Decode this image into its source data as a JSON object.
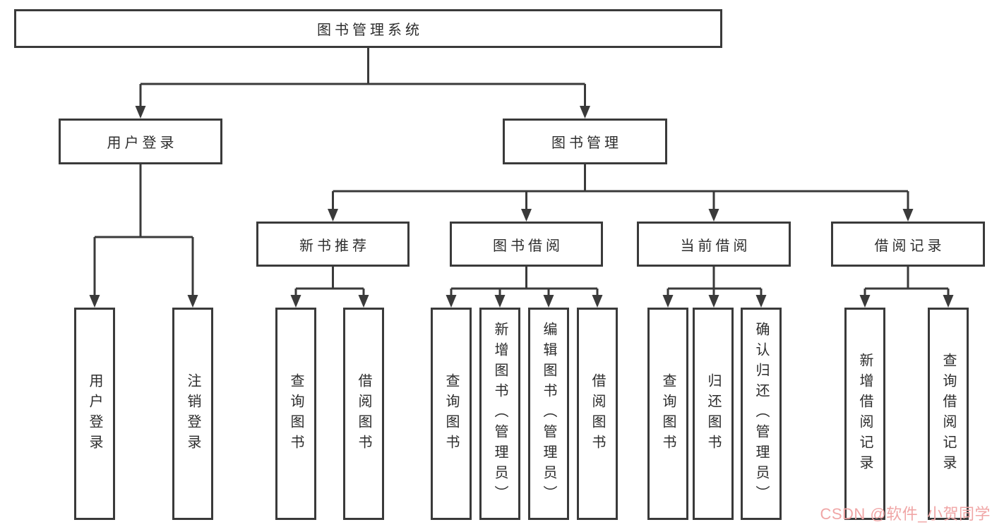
{
  "tree": {
    "root": {
      "label": "图书管理系统"
    },
    "level2": [
      {
        "label": "用户登录"
      },
      {
        "label": "图书管理"
      }
    ],
    "level3": [
      {
        "label": "新书推荐",
        "parent": "图书管理"
      },
      {
        "label": "图书借阅",
        "parent": "图书管理"
      },
      {
        "label": "当前借阅",
        "parent": "图书管理"
      },
      {
        "label": "借阅记录",
        "parent": "图书管理"
      }
    ],
    "leaves": [
      {
        "label": "用户登录",
        "parent": "用户登录"
      },
      {
        "label": "注销登录",
        "parent": "用户登录"
      },
      {
        "label": "查询图书",
        "parent": "新书推荐"
      },
      {
        "label": "借阅图书",
        "parent": "新书推荐"
      },
      {
        "label": "查询图书",
        "parent": "图书借阅"
      },
      {
        "label": "新增图书（管理员）",
        "parent": "图书借阅"
      },
      {
        "label": "编辑图书（管理员）",
        "parent": "图书借阅"
      },
      {
        "label": "借阅图书",
        "parent": "图书借阅"
      },
      {
        "label": "查询图书",
        "parent": "当前借阅"
      },
      {
        "label": "归还图书",
        "parent": "当前借阅"
      },
      {
        "label": "确认归还（管理员）",
        "parent": "当前借阅"
      },
      {
        "label": "新增借阅记录",
        "parent": "借阅记录"
      },
      {
        "label": "查询借阅记录",
        "parent": "借阅记录"
      }
    ]
  },
  "watermark": {
    "text": "CSDN @软件_小贺同学"
  },
  "colors": {
    "line": "#3a3a3a",
    "text": "#2d2d2d",
    "background": "#ffffff",
    "watermark": "#f0a6a6"
  }
}
